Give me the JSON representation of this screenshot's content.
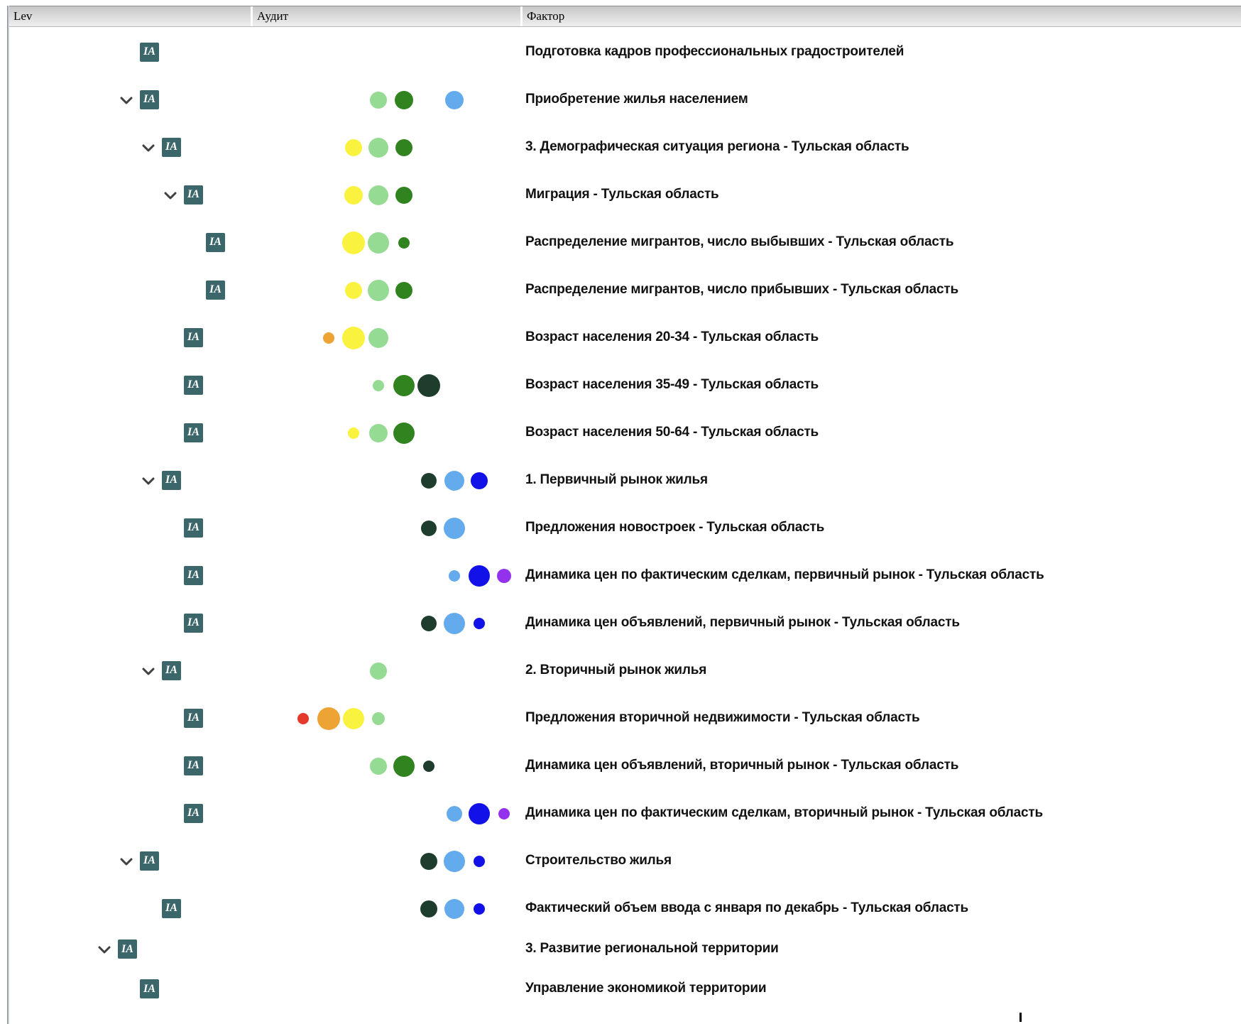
{
  "header": {
    "columns": [
      {
        "label": "Lev"
      },
      {
        "label": "Аудит"
      },
      {
        "label": "Фактор"
      }
    ]
  },
  "badge_label": "IA",
  "colors": {
    "red": "#e5392c",
    "orange": "#eea335",
    "yellow": "#f9f340",
    "lightgreen": "#96db93",
    "green": "#31831f",
    "darkgreen": "#1f3d2c",
    "lightblue": "#63abec",
    "darkblue": "#1111e8",
    "purple": "#9431ec",
    "badge_bg": "#3b666a",
    "chevron": "#3f3f3f"
  },
  "audit_scale_order": [
    "red",
    "orange",
    "yellow",
    "lightgreen",
    "green",
    "darkgreen",
    "lightblue",
    "darkblue",
    "purple"
  ],
  "rows": [
    {
      "level": 2,
      "expandable": false,
      "dots": [],
      "label": "Подготовка кадров профессиональных градостроителей"
    },
    {
      "level": 2,
      "expandable": true,
      "dots": [
        {
          "color": "lightgreen",
          "r": 12
        },
        {
          "color": "green",
          "r": 13
        },
        {
          "color": "lightblue",
          "r": 13
        }
      ],
      "label": "Приобретение жилья населением"
    },
    {
      "level": 3,
      "expandable": true,
      "dots": [
        {
          "color": "yellow",
          "r": 12
        },
        {
          "color": "lightgreen",
          "r": 14
        },
        {
          "color": "green",
          "r": 12
        }
      ],
      "label": "3. Демографическая ситуация региона - Тульская область"
    },
    {
      "level": 4,
      "expandable": true,
      "dots": [
        {
          "color": "yellow",
          "r": 13
        },
        {
          "color": "lightgreen",
          "r": 14
        },
        {
          "color": "green",
          "r": 12
        }
      ],
      "label": "Миграция - Тульская область"
    },
    {
      "level": 5,
      "expandable": false,
      "dots": [
        {
          "color": "yellow",
          "r": 16
        },
        {
          "color": "lightgreen",
          "r": 15
        },
        {
          "color": "green",
          "r": 8
        }
      ],
      "label": "Распределение мигрантов, число выбывших - Тульская область"
    },
    {
      "level": 5,
      "expandable": false,
      "dots": [
        {
          "color": "yellow",
          "r": 12
        },
        {
          "color": "lightgreen",
          "r": 15
        },
        {
          "color": "green",
          "r": 12
        }
      ],
      "label": "Распределение мигрантов, число прибывших - Тульская область"
    },
    {
      "level": 4,
      "expandable": false,
      "dots": [
        {
          "color": "orange",
          "r": 8
        },
        {
          "color": "yellow",
          "r": 16
        },
        {
          "color": "lightgreen",
          "r": 14
        }
      ],
      "label": "Возраст населения 20-34 - Тульская область"
    },
    {
      "level": 4,
      "expandable": false,
      "dots": [
        {
          "color": "lightgreen",
          "r": 8
        },
        {
          "color": "green",
          "r": 15
        },
        {
          "color": "darkgreen",
          "r": 16
        }
      ],
      "label": "Возраст населения 35-49 - Тульская область"
    },
    {
      "level": 4,
      "expandable": false,
      "dots": [
        {
          "color": "yellow",
          "r": 8
        },
        {
          "color": "lightgreen",
          "r": 13
        },
        {
          "color": "green",
          "r": 15
        }
      ],
      "label": "Возраст населения 50-64 - Тульская область"
    },
    {
      "level": 3,
      "expandable": true,
      "dots": [
        {
          "color": "darkgreen",
          "r": 11
        },
        {
          "color": "lightblue",
          "r": 14
        },
        {
          "color": "darkblue",
          "r": 12
        }
      ],
      "label": "1. Первичный рынок жилья"
    },
    {
      "level": 4,
      "expandable": false,
      "dots": [
        {
          "color": "darkgreen",
          "r": 11
        },
        {
          "color": "lightblue",
          "r": 15
        }
      ],
      "label": "Предложения новостроек - Тульская область"
    },
    {
      "level": 4,
      "expandable": false,
      "dots": [
        {
          "color": "lightblue",
          "r": 8
        },
        {
          "color": "darkblue",
          "r": 15
        },
        {
          "color": "purple",
          "r": 10
        }
      ],
      "label": "Динамика цен по фактическим сделкам, первичный рынок - Тульская область"
    },
    {
      "level": 4,
      "expandable": false,
      "dots": [
        {
          "color": "darkgreen",
          "r": 11
        },
        {
          "color": "lightblue",
          "r": 15
        },
        {
          "color": "darkblue",
          "r": 8
        }
      ],
      "label": "Динамика цен объявлений, первичный рынок - Тульская область"
    },
    {
      "level": 3,
      "expandable": true,
      "dots": [
        {
          "color": "lightgreen",
          "r": 12
        }
      ],
      "label": "2. Вторичный рынок жилья"
    },
    {
      "level": 4,
      "expandable": false,
      "dots": [
        {
          "color": "red",
          "r": 8
        },
        {
          "color": "orange",
          "r": 16
        },
        {
          "color": "yellow",
          "r": 15
        },
        {
          "color": "lightgreen",
          "r": 9
        }
      ],
      "label": "Предложения вторичной недвижимости - Тульская область"
    },
    {
      "level": 4,
      "expandable": false,
      "dots": [
        {
          "color": "lightgreen",
          "r": 12
        },
        {
          "color": "green",
          "r": 15
        },
        {
          "color": "darkgreen",
          "r": 8
        }
      ],
      "label": "Динамика цен объявлений, вторичный рынок - Тульская область"
    },
    {
      "level": 4,
      "expandable": false,
      "dots": [
        {
          "color": "lightblue",
          "r": 11
        },
        {
          "color": "darkblue",
          "r": 15
        },
        {
          "color": "purple",
          "r": 8
        }
      ],
      "label": "Динамика цен по фактическим сделкам, вторичный рынок - Тульская область"
    },
    {
      "level": 2,
      "expandable": true,
      "dots": [
        {
          "color": "darkgreen",
          "r": 12
        },
        {
          "color": "lightblue",
          "r": 15
        },
        {
          "color": "darkblue",
          "r": 8
        }
      ],
      "label": "Строительство жилья"
    },
    {
      "level": 3,
      "expandable": false,
      "dots": [
        {
          "color": "darkgreen",
          "r": 12
        },
        {
          "color": "lightblue",
          "r": 14
        },
        {
          "color": "darkblue",
          "r": 8
        }
      ],
      "label": "Фактический объем ввода с января по декабрь - Тульская область"
    },
    {
      "level": 1,
      "expandable": true,
      "dots": [],
      "label": "3. Развитие региональной территории"
    },
    {
      "level": 2,
      "expandable": false,
      "dots": [],
      "label": "Управление экономикой территории"
    }
  ]
}
